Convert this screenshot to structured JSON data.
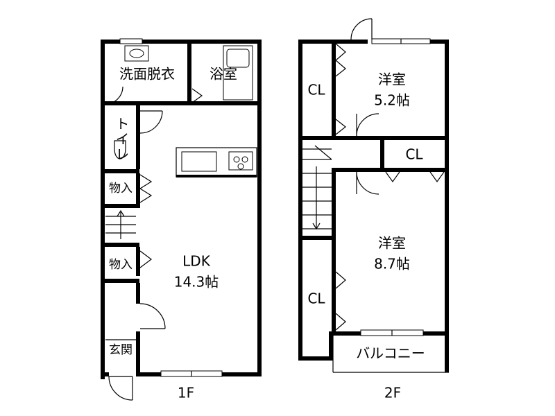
{
  "floor_plan": {
    "floors": [
      {
        "name": "1F",
        "rooms": [
          {
            "id": "washroom",
            "label": "洗面脱衣"
          },
          {
            "id": "bath",
            "label": "浴室"
          },
          {
            "id": "toilet",
            "label": "トイレ"
          },
          {
            "id": "storage1",
            "label": "物入"
          },
          {
            "id": "storage2",
            "label": "物入"
          },
          {
            "id": "ldk",
            "label": "LDK",
            "size": "14.3帖"
          },
          {
            "id": "entrance",
            "label": "玄関"
          }
        ]
      },
      {
        "name": "2F",
        "rooms": [
          {
            "id": "room-a",
            "label": "洋室",
            "size": "5.2帖"
          },
          {
            "id": "closet-a",
            "label": "CL"
          },
          {
            "id": "closet-b",
            "label": "CL"
          },
          {
            "id": "room-b",
            "label": "洋室",
            "size": "8.7帖"
          },
          {
            "id": "closet-c",
            "label": "CL"
          },
          {
            "id": "balcony",
            "label": "バルコニー"
          }
        ]
      }
    ]
  }
}
